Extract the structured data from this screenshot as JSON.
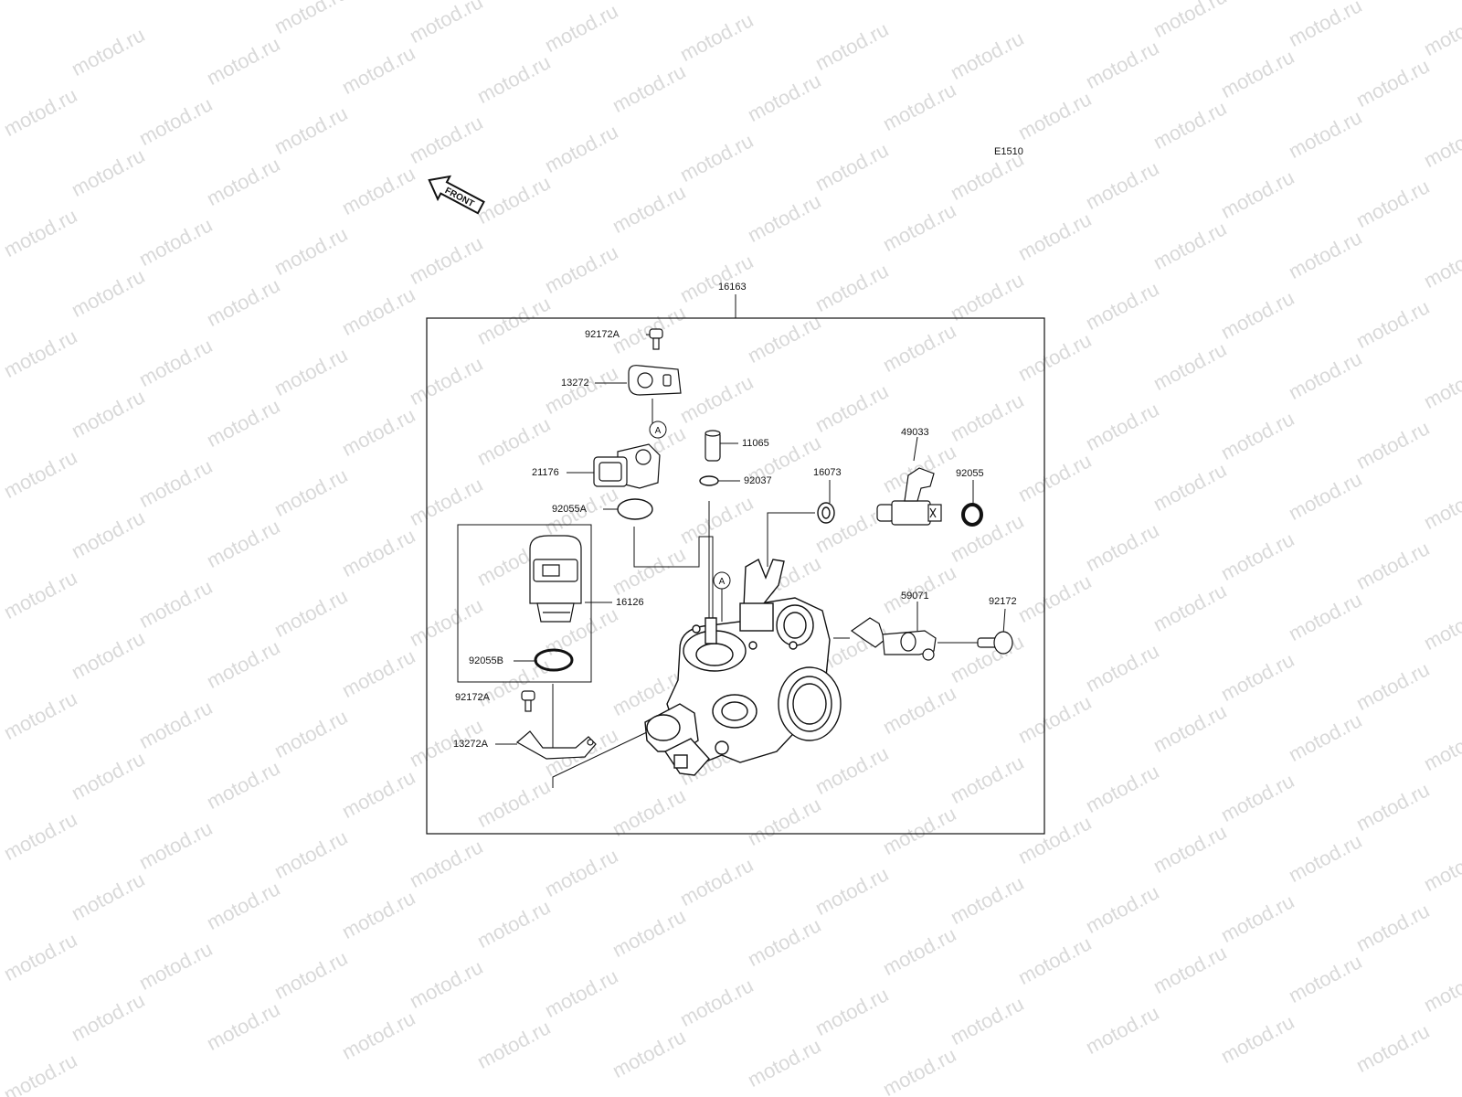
{
  "diagram": {
    "reference_code": "E1510",
    "front_arrow_text": "FRONT",
    "watermark_text": "motod.ru",
    "callout_marker": "A",
    "parts": [
      {
        "id": "p16163",
        "number": "16163"
      },
      {
        "id": "p92172A_top",
        "number": "92172A"
      },
      {
        "id": "p13272",
        "number": "13272"
      },
      {
        "id": "p21176",
        "number": "21176"
      },
      {
        "id": "p11065",
        "number": "11065"
      },
      {
        "id": "p92037",
        "number": "92037"
      },
      {
        "id": "p92055A",
        "number": "92055A"
      },
      {
        "id": "p16126",
        "number": "16126"
      },
      {
        "id": "p92055B",
        "number": "92055B"
      },
      {
        "id": "p92172A_bottom",
        "number": "92172A"
      },
      {
        "id": "p13272A",
        "number": "13272A"
      },
      {
        "id": "p16073",
        "number": "16073"
      },
      {
        "id": "p49033",
        "number": "49033"
      },
      {
        "id": "p92055",
        "number": "92055"
      },
      {
        "id": "p59071",
        "number": "59071"
      },
      {
        "id": "p92172",
        "number": "92172"
      }
    ]
  }
}
